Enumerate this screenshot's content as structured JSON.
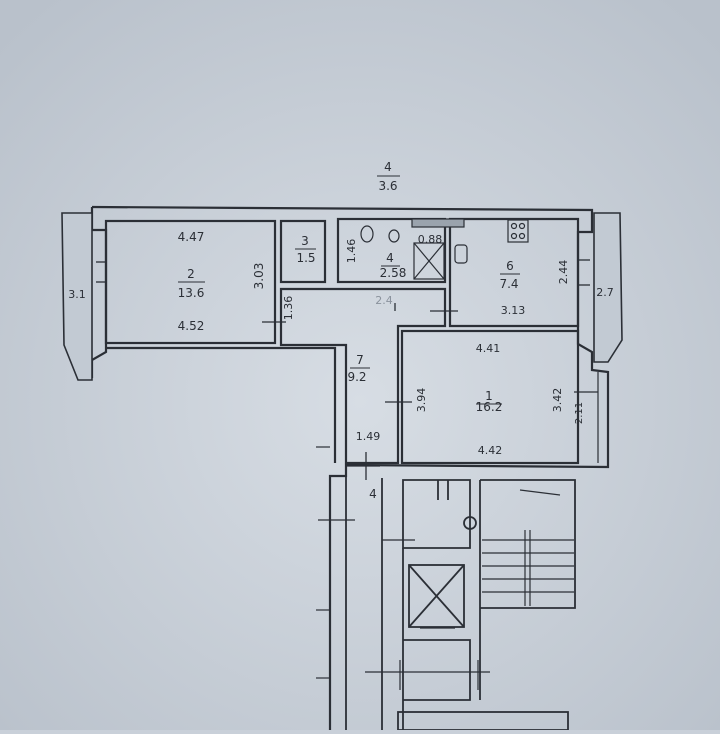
{
  "colors": {
    "paper": "#c9d0d9",
    "paper_light": "#d6dce3",
    "ink": "#2b2f36",
    "wall_fill": "#dfe4ea"
  },
  "header": {
    "number": "4",
    "height": "3.6"
  },
  "rooms": {
    "r2": {
      "number": "2",
      "area": "13.6",
      "top": "4.47",
      "bottom": "4.52",
      "side": "3.03"
    },
    "r3": {
      "number": "3",
      "area": "1.5"
    },
    "r4": {
      "number": "4",
      "area": "2.58",
      "side": "1.46"
    },
    "r5": {
      "label": "0.88"
    },
    "r6": {
      "number": "6",
      "area": "7.4",
      "side": "2.44",
      "bottom": "3.13"
    },
    "r7": {
      "number": "7",
      "area": "9.2",
      "width": "1.49",
      "extra": "1.36"
    },
    "r1": {
      "number": "1",
      "area": "16.2",
      "top": "4.41",
      "bottom": "4.42",
      "left": "3.94",
      "right": "3.42",
      "window": "2.11"
    },
    "balcony_left": {
      "area": "3.1"
    },
    "balcony_right": {
      "area": "2.7"
    },
    "hall": {
      "number": "4"
    },
    "faded_center": {
      "text": "2.4"
    }
  }
}
